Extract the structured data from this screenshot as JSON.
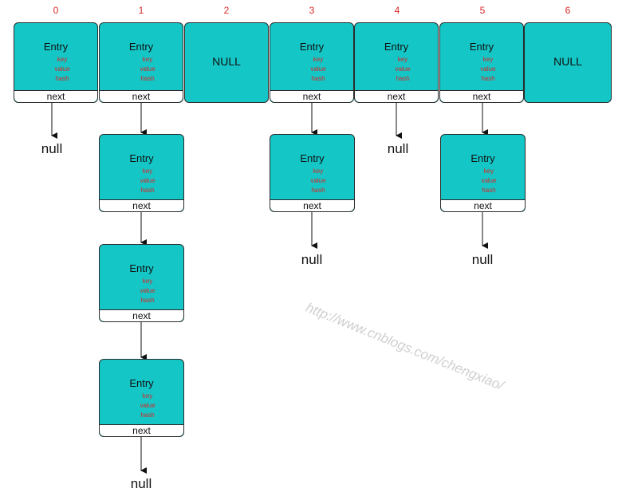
{
  "indices": [
    "0",
    "1",
    "2",
    "3",
    "4",
    "5",
    "6"
  ],
  "entry": {
    "title": "Entry",
    "field_key": "key",
    "field_value": "value",
    "field_hash": "hash",
    "next": "next"
  },
  "null_cell_label": "NULL",
  "null_label": "null",
  "watermark": "http://www.cnblogs.com/chengxiao/",
  "colors": {
    "cell_fill": "#14c6c6",
    "field_text": "#d62828",
    "index_text": "#d62828"
  }
}
